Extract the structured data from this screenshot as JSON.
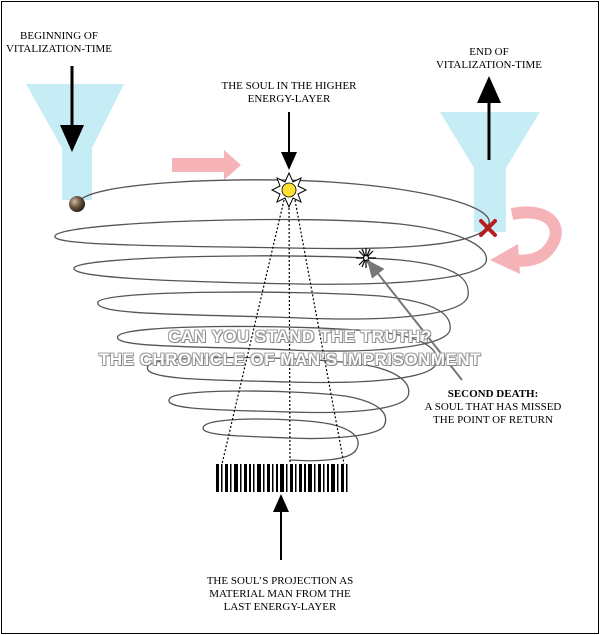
{
  "labels": {
    "begin": [
      "BEGINNING OF",
      "VITALIZATION-TIME"
    ],
    "end": [
      "END OF",
      "VITALIZATION-TIME"
    ],
    "soul_higher": [
      "THE SOUL IN THE HIGHER",
      "ENERGY-LAYER"
    ],
    "second_death_title": "SECOND DEATH:",
    "second_death_body": [
      "A SOUL THAT HAS MISSED",
      "THE POINT OF RETURN"
    ],
    "projection": [
      "THE SOUL’S PROJECTION AS",
      "MATERIAL MAN FROM THE",
      "LAST ENERGY-LAYER"
    ]
  },
  "watermark": {
    "line1": "CAN YOU STAND THE TRUTH?",
    "line2": "THE CHRONICLE OF MAN’S IMPRISONMENT"
  },
  "colors": {
    "funnel": "#c6ecf5",
    "pink_arrow": "#f5b3b8",
    "cross": "#b81d1d",
    "sun": "#ffe033",
    "ball": "#5a4a3a",
    "spiral": "#555555"
  },
  "icons": {
    "start_point": "ball-icon",
    "soul": "sun-icon",
    "return_point": "x-mark-icon",
    "second_death": "starburst-icon",
    "projection": "barcode-icon"
  }
}
